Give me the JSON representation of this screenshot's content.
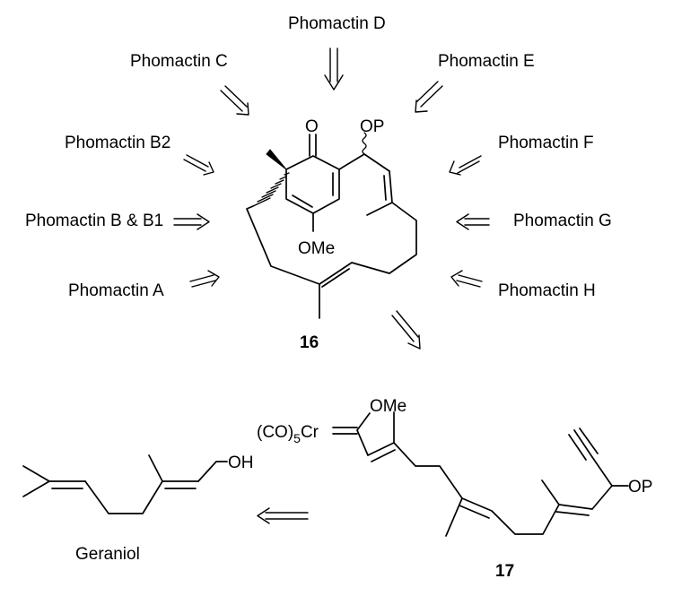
{
  "targets": [
    {
      "label": "Phomactin D"
    },
    {
      "label": "Phomactin C"
    },
    {
      "label": "Phomactin E"
    },
    {
      "label": "Phomactin B2"
    },
    {
      "label": "Phomactin F"
    },
    {
      "label": "Phomactin B & B1"
    },
    {
      "label": "Phomactin G"
    },
    {
      "label": "Phomactin A"
    },
    {
      "label": "Phomactin H"
    }
  ],
  "compound16": {
    "number": "16",
    "atoms": {
      "ketone_o": "O",
      "op": "OP",
      "ome": "OMe"
    }
  },
  "compound17": {
    "number": "17",
    "atoms": {
      "carbene": "(CO)",
      "sub5": "5",
      "cr": "Cr",
      "ome": "OMe",
      "op": "OP"
    }
  },
  "geraniol": {
    "name": "Geraniol",
    "atoms": {
      "oh": "OH"
    }
  }
}
